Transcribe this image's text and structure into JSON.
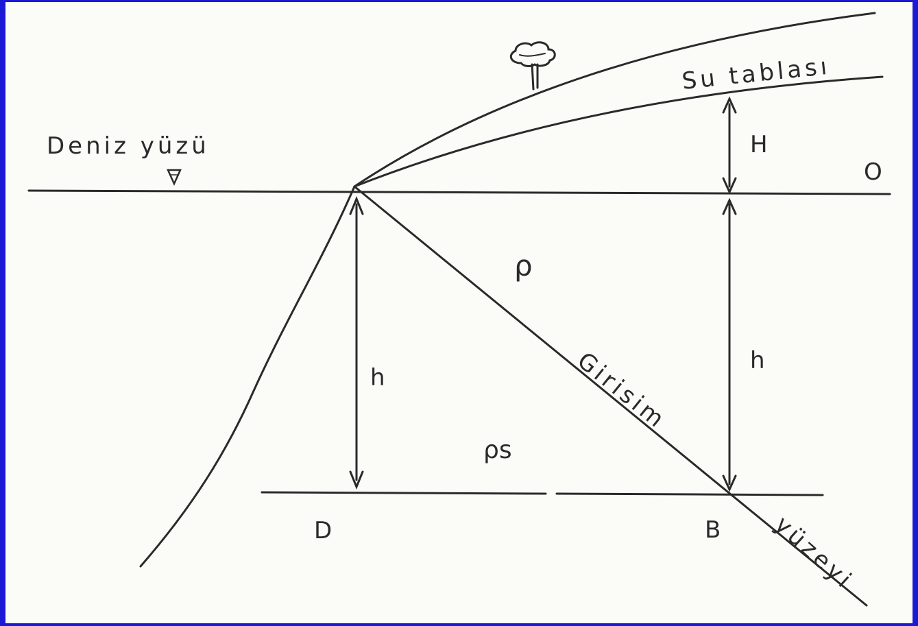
{
  "diagram": {
    "labels": {
      "sea_surface": "Deniz  yüzü",
      "water_table": "Su tablası",
      "point_o": "O",
      "big_h": "H",
      "rho": "ρ",
      "h_left": "h",
      "h_right": "h",
      "interface": "Girisim",
      "rho_s": "ρs",
      "point_d": "D",
      "point_b": "B",
      "interface_surface": "yüzeyi"
    },
    "colors": {
      "background": "#1a1ad6",
      "paper": "#fbfbf8",
      "ink": "#2a2a2a"
    },
    "icons": {
      "tree": "tree-icon",
      "sea_level_marker": "triangle-down-icon"
    }
  }
}
